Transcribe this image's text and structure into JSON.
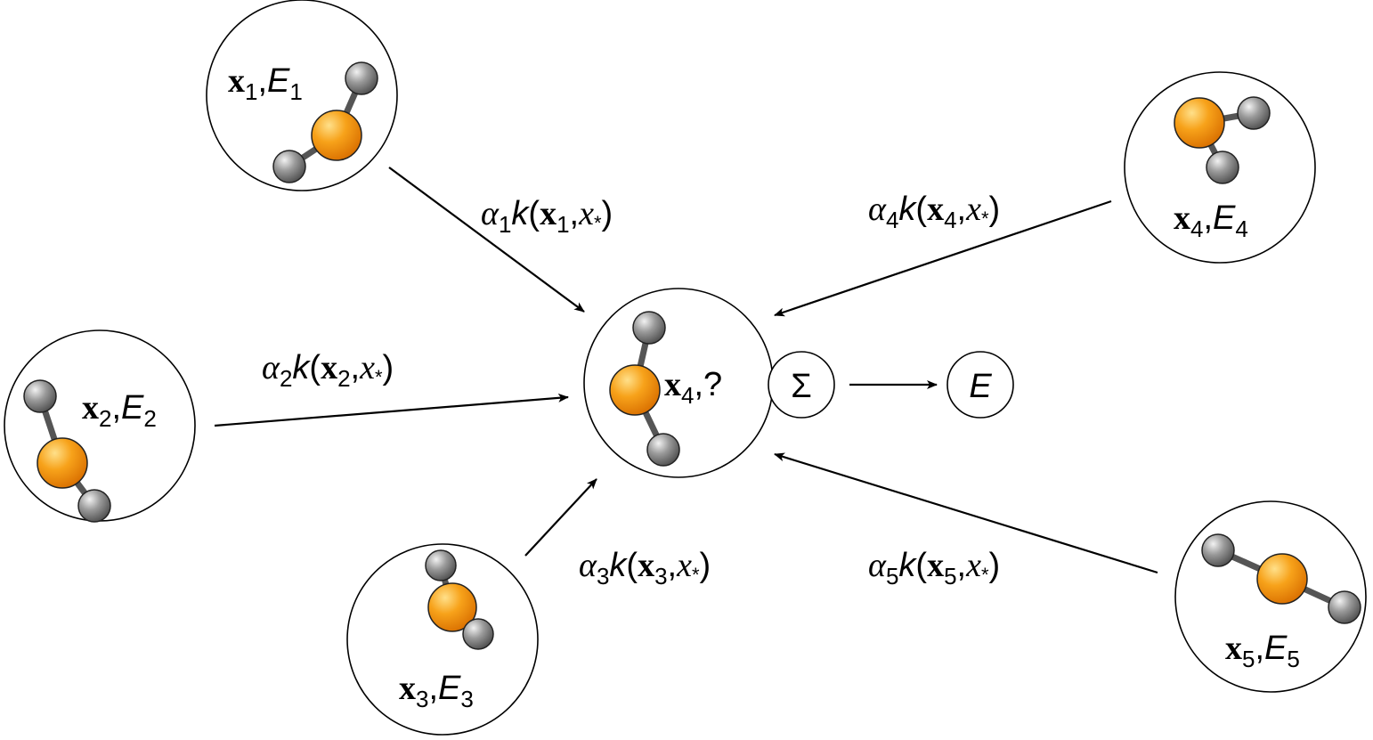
{
  "colors": {
    "center_atom": "#f39200",
    "outer_atom": "#7f7f7f",
    "bond": "#6b6b6b",
    "stroke": "#000000"
  },
  "samples": [
    {
      "vec": "x",
      "sub": "1",
      "energy": "E",
      "esub": "1"
    },
    {
      "vec": "x",
      "sub": "2",
      "energy": "E",
      "esub": "2"
    },
    {
      "vec": "x",
      "sub": "3",
      "energy": "E",
      "esub": "3"
    },
    {
      "vec": "x",
      "sub": "4",
      "energy": "E",
      "esub": "4"
    },
    {
      "vec": "x",
      "sub": "5",
      "energy": "E",
      "esub": "5"
    }
  ],
  "query": {
    "vec": "x",
    "sub": "4",
    "unknown": "?"
  },
  "weights": [
    {
      "alpha": "α",
      "sub": "1",
      "k": "k",
      "vec": "x",
      "vsub": "1",
      "star": "x",
      "starsub": "*"
    },
    {
      "alpha": "α",
      "sub": "2",
      "k": "k",
      "vec": "x",
      "vsub": "2",
      "star": "x",
      "starsub": "*"
    },
    {
      "alpha": "α",
      "sub": "3",
      "k": "k",
      "vec": "x",
      "vsub": "3",
      "star": "x",
      "starsub": "*"
    },
    {
      "alpha": "α",
      "sub": "4",
      "k": "k",
      "vec": "x",
      "vsub": "4",
      "star": "x",
      "starsub": "*"
    },
    {
      "alpha": "α",
      "sub": "5",
      "k": "k",
      "vec": "x",
      "vsub": "5",
      "star": "x",
      "starsub": "*"
    }
  ],
  "sum_symbol": "Σ",
  "output": "E"
}
